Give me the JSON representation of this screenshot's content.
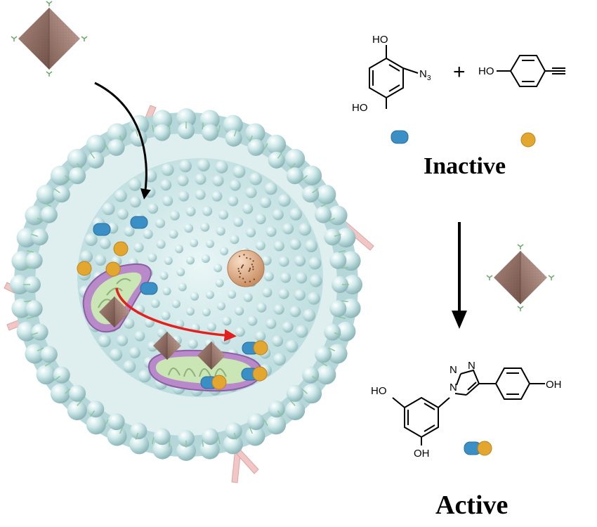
{
  "labels": {
    "inactive": "Inactive",
    "active": "Active",
    "plus": "+"
  },
  "chemistry": {
    "resorcinol_oh_top": "HO",
    "resorcinol_oh_bottom": "HO",
    "azide": "N",
    "azide_subscript": "3",
    "phenol_oh": "HO",
    "product_ho_left": "HO",
    "product_oh_bottom": "OH",
    "product_oh_right": "OH",
    "triazole_n1": "N",
    "triazole_n2": "N",
    "triazole_n3": "N"
  },
  "colors": {
    "membrane_bead": "#cde9ea",
    "membrane_bead_shadow": "#8fb7ba",
    "lipid_tail": "#8fc79a",
    "receptor": "#f2c6c4",
    "nanocatalyst": "#8a6e66",
    "nanocatalyst_dots": "#d4543a",
    "azide_token": "#3a8fc6",
    "alkyne_token": "#e3a730",
    "mitochondria_outer": "#b98ac9",
    "mitochondria_inner": "#c9e6b4",
    "vesicle": "#e8b48d",
    "path_arrow": "#e3201c",
    "entry_arrow": "#000000"
  }
}
